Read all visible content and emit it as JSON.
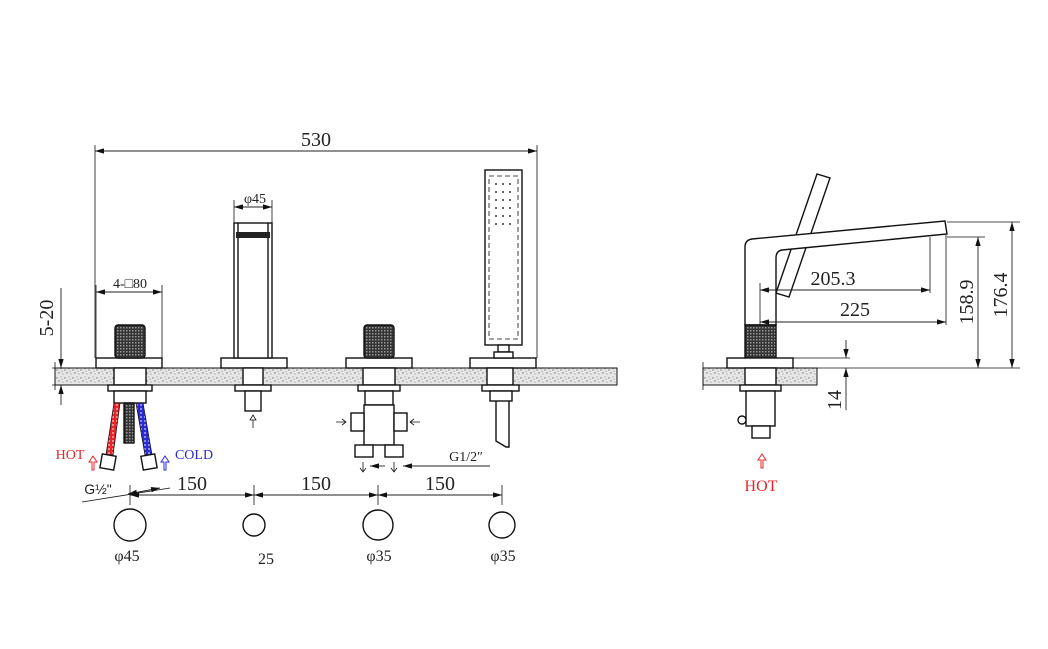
{
  "title": "4-hole bath mixer technical drawing",
  "front_view": {
    "overall_width": "530",
    "spout_diameter": "φ45",
    "base_size": "4-□80",
    "deck_thickness": "5-20",
    "hot_label": "HOT",
    "cold_label": "COLD",
    "hose_thread": "G½\"",
    "outlet_thread": "G1/2″",
    "spacings": [
      "150",
      "150",
      "150"
    ]
  },
  "hole_layout": {
    "holes": [
      {
        "label": "φ45"
      },
      {
        "label": "25"
      },
      {
        "label": "φ35"
      },
      {
        "label": "φ35"
      }
    ]
  },
  "side_view": {
    "spout_reach_inner": "205.3",
    "spout_reach": "225",
    "outlet_height": "158.9",
    "overall_height": "176.4",
    "base_height": "14",
    "hot_label": "HOT"
  },
  "colors": {
    "hot": "#e8242a",
    "cold": "#2b2bd6",
    "line": "#111111"
  }
}
